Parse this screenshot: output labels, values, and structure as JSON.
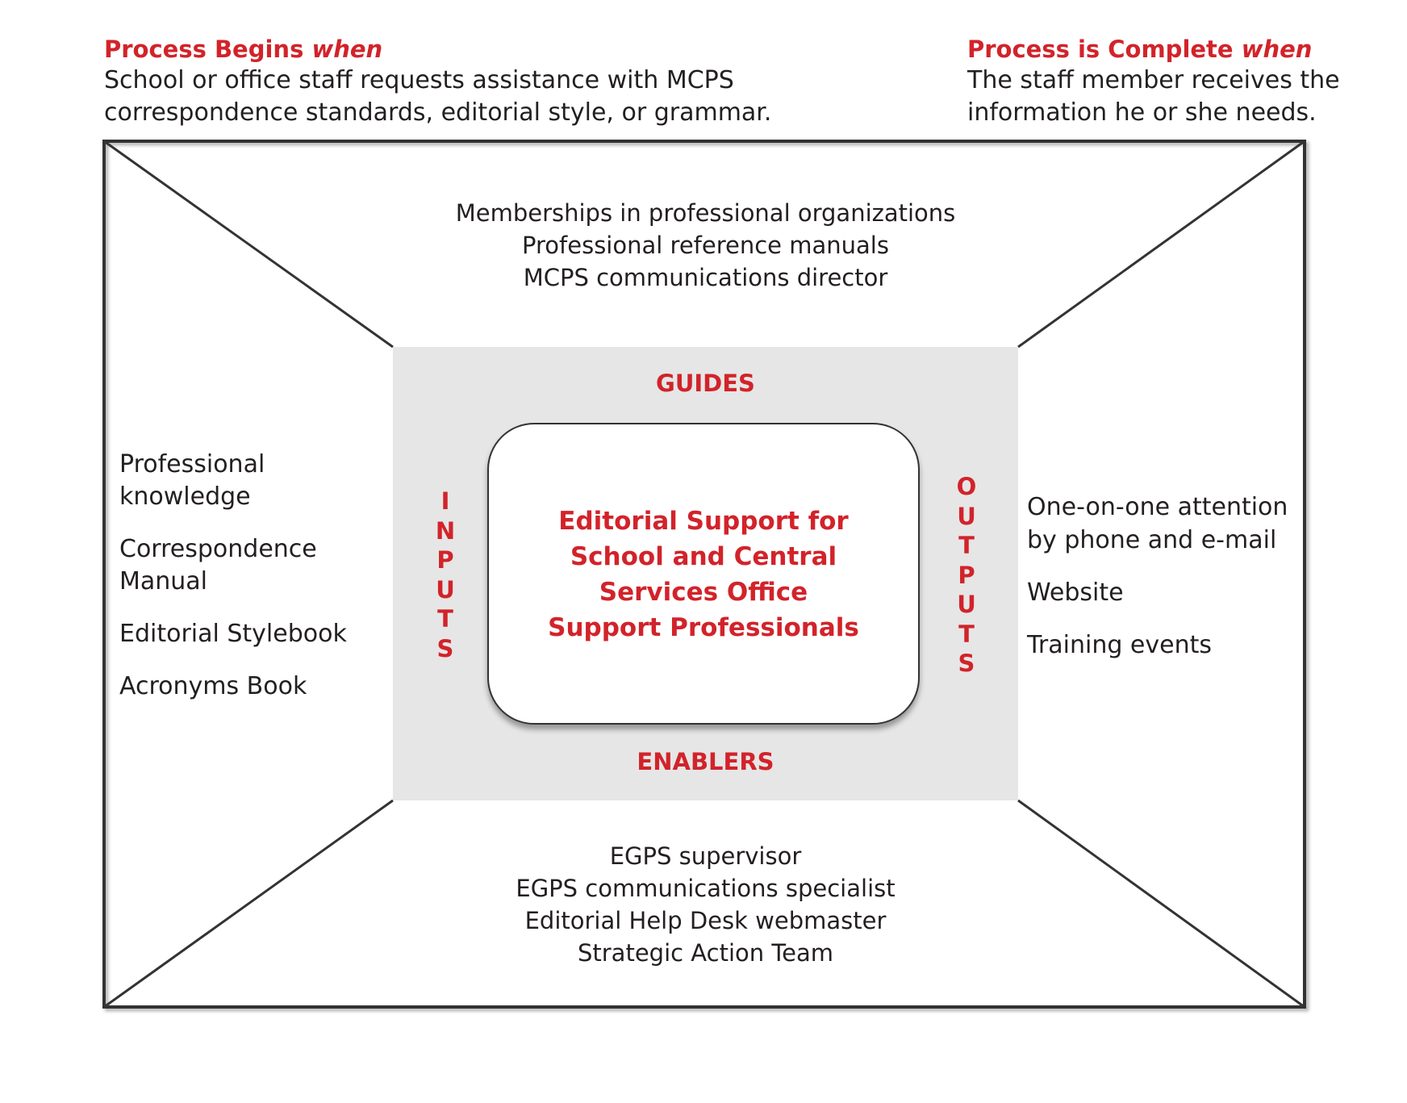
{
  "header_left": {
    "title": "Process Begins",
    "title_em": "when",
    "lines": [
      "School or office staff requests assistance with MCPS",
      "correspondence standards, editorial style, or grammar."
    ]
  },
  "header_right": {
    "title": "Process is Complete",
    "title_em": "when",
    "lines": [
      "The staff member receives the",
      "information he or she needs."
    ]
  },
  "guides": {
    "label": "GUIDES",
    "items": [
      "Memberships in professional organizations",
      "Professional reference manuals",
      "MCPS communications director"
    ]
  },
  "inputs": {
    "letters": [
      "I",
      "N",
      "P",
      "U",
      "T",
      "S"
    ],
    "items": [
      [
        "Professional",
        "knowledge"
      ],
      [
        "Correspondence",
        "Manual"
      ],
      [
        "Editorial Stylebook"
      ],
      [
        "Acronyms Book"
      ]
    ]
  },
  "outputs": {
    "letters": [
      "O",
      "U",
      "T",
      "P",
      "U",
      "T",
      "S"
    ],
    "items": [
      [
        "One-on-one attention",
        "by phone and e-mail"
      ],
      [
        "Website"
      ],
      [
        "Training events"
      ]
    ]
  },
  "enablers": {
    "label": "ENABLERS",
    "items": [
      "EGPS supervisor",
      "EGPS communications specialist",
      "Editorial Help Desk webmaster",
      "Strategic Action Team"
    ]
  },
  "center": {
    "lines": [
      "Editorial Support for",
      "School and Central",
      "Services Office",
      "Support Professionals"
    ]
  },
  "colors": {
    "accent": "#d2232a",
    "inner_fill": "#e6e6e6",
    "line": "#333333",
    "text": "#231f20"
  }
}
